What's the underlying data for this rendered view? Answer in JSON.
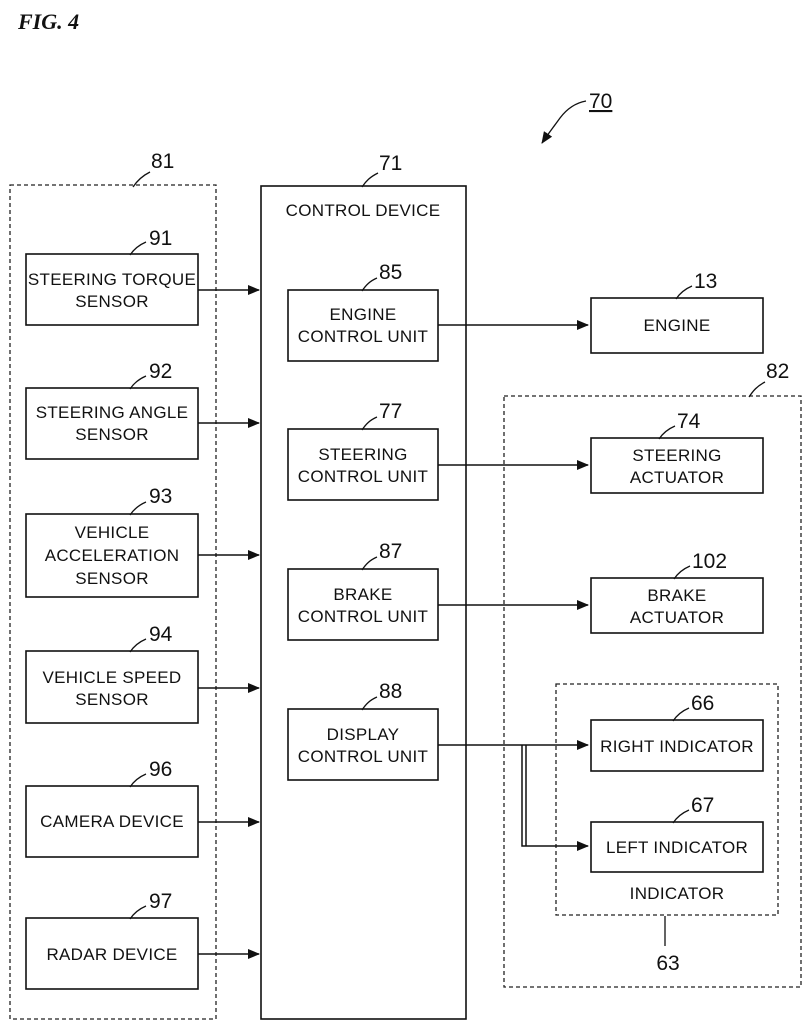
{
  "figure": {
    "title": "FIG. 4",
    "ref": "70"
  },
  "groups": {
    "sensors": {
      "ref": "81"
    },
    "control": {
      "ref": "71",
      "title": "CONTROL DEVICE"
    },
    "actuators": {
      "ref": "82"
    },
    "indicator": {
      "ref": "63",
      "title": "INDICATOR"
    }
  },
  "sensors": [
    {
      "ref": "91",
      "lines": [
        "STEERING TORQUE",
        "SENSOR"
      ]
    },
    {
      "ref": "92",
      "lines": [
        "STEERING ANGLE",
        "SENSOR"
      ]
    },
    {
      "ref": "93",
      "lines": [
        "VEHICLE",
        "ACCELERATION",
        "SENSOR"
      ]
    },
    {
      "ref": "94",
      "lines": [
        "VEHICLE SPEED",
        "SENSOR"
      ]
    },
    {
      "ref": "96",
      "lines": [
        "CAMERA DEVICE"
      ]
    },
    {
      "ref": "97",
      "lines": [
        "RADAR DEVICE"
      ]
    }
  ],
  "units": [
    {
      "ref": "85",
      "lines": [
        "ENGINE",
        "CONTROL UNIT"
      ]
    },
    {
      "ref": "77",
      "lines": [
        "STEERING",
        "CONTROL UNIT"
      ]
    },
    {
      "ref": "87",
      "lines": [
        "BRAKE",
        "CONTROL UNIT"
      ]
    },
    {
      "ref": "88",
      "lines": [
        "DISPLAY",
        "CONTROL UNIT"
      ]
    }
  ],
  "outputs": [
    {
      "ref": "13",
      "lines": [
        "ENGINE"
      ]
    },
    {
      "ref": "74",
      "lines": [
        "STEERING",
        "ACTUATOR"
      ]
    },
    {
      "ref": "102",
      "lines": [
        "BRAKE",
        "ACTUATOR"
      ]
    },
    {
      "ref": "66",
      "lines": [
        "RIGHT INDICATOR"
      ]
    },
    {
      "ref": "67",
      "lines": [
        "LEFT INDICATOR"
      ]
    }
  ]
}
